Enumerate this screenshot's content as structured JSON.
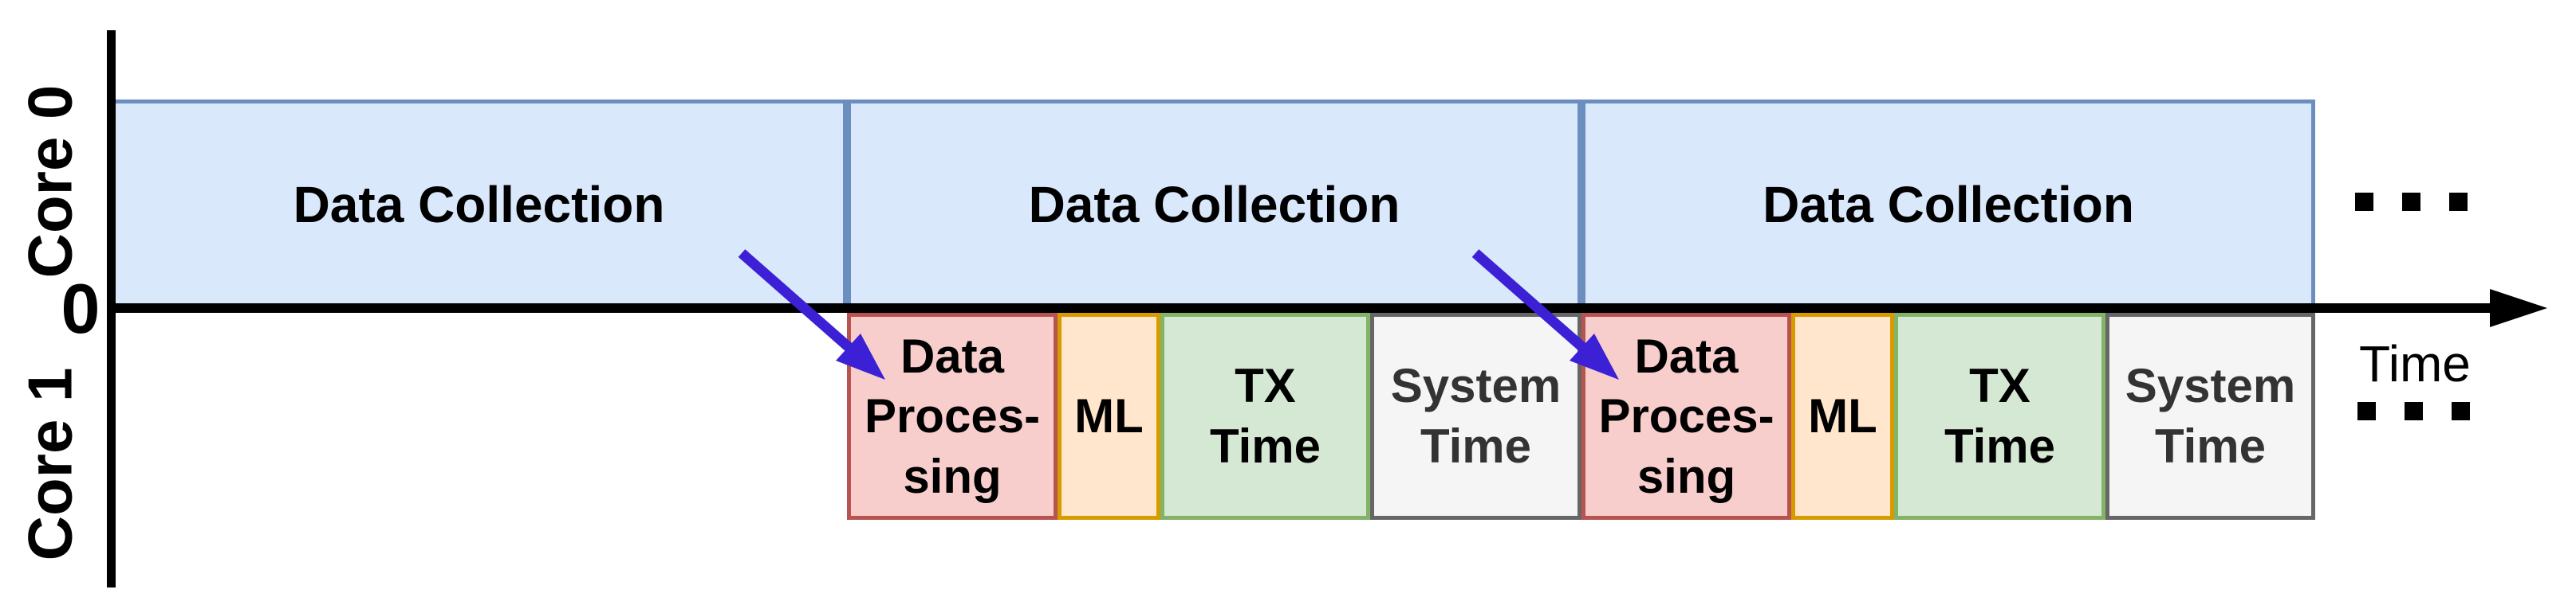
{
  "diagram": {
    "y_axis": {
      "labels": [
        "Core 0",
        "Core 1"
      ],
      "origin_label": "0"
    },
    "x_axis": {
      "label": "Time"
    },
    "core0": {
      "blocks": [
        {
          "label": "Data Collection"
        },
        {
          "label": "Data Collection"
        },
        {
          "label": "Data Collection"
        }
      ]
    },
    "core1": {
      "groups": [
        {
          "blocks": [
            {
              "label": "Data\nProces-\nsing"
            },
            {
              "label": "ML"
            },
            {
              "label": "TX\nTime"
            },
            {
              "label": "System\nTime"
            }
          ]
        },
        {
          "blocks": [
            {
              "label": "Data\nProces-\nsing"
            },
            {
              "label": "ML"
            },
            {
              "label": "TX\nTime"
            },
            {
              "label": "System\nTime"
            }
          ]
        }
      ]
    },
    "colors": {
      "axis": "#000000",
      "arrow": "#3b20d6",
      "data_collection_fill": "#dae8fc",
      "data_collection_border": "#6c8ebf",
      "data_processing_fill": "#f8cecc",
      "data_processing_border": "#b85450",
      "ml_fill": "#ffe6cc",
      "ml_border": "#d79b00",
      "tx_fill": "#d5e8d4",
      "tx_border": "#82b366",
      "system_fill": "#f5f5f5",
      "system_border": "#666666",
      "system_text": "#333333"
    }
  }
}
